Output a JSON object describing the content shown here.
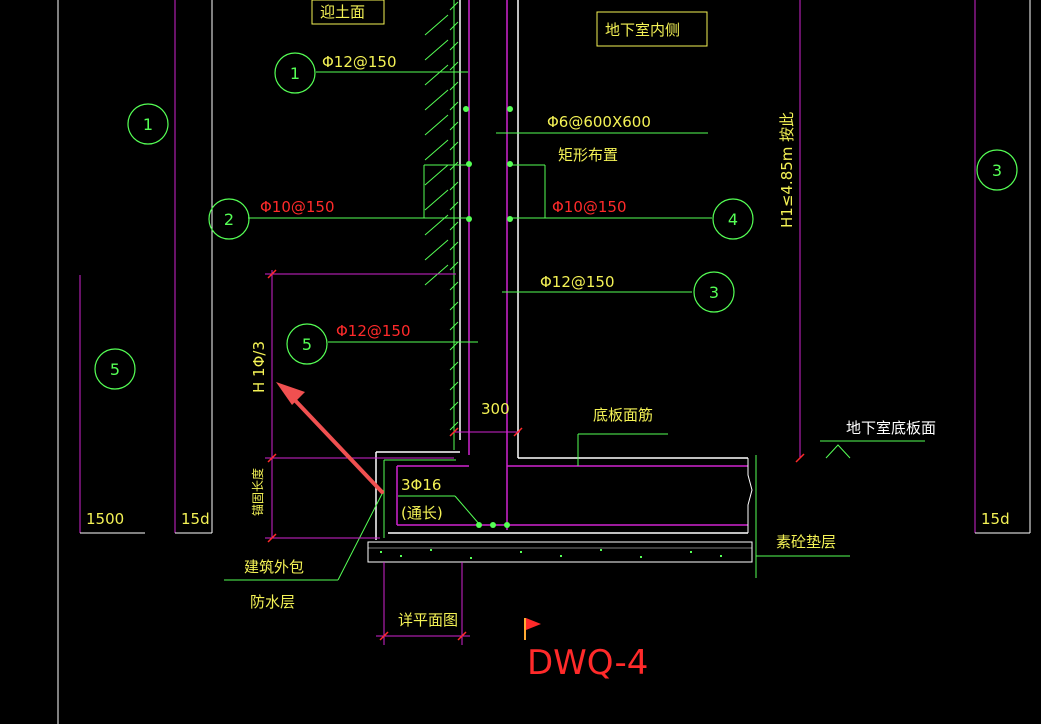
{
  "drawing": {
    "title": "DWQ-4",
    "labels": {
      "top_face": "迎土面",
      "inner_side": "地下室内侧",
      "rebar_tie": "Φ6@600X600",
      "rebar_tie_note": "矩形布置",
      "rebar_1": "Φ12@150",
      "rebar_2": "Φ10@150",
      "rebar_4": "Φ10@150",
      "rebar_3": "Φ12@150",
      "rebar_5": "Φ12@150",
      "dim_300": "300",
      "slab_top_bar": "底板面筋",
      "basement_floor": "地下室底板面",
      "height_ratio": "H 1Φ/3",
      "height_note": "H1≤4.85m 按此",
      "edge_bars": "3Φ16",
      "edge_bars_note": "(通长)",
      "anchor_len": "锚固长度",
      "waterproof_1": "建筑外包",
      "waterproof_2": "防水层",
      "cushion": "素砼垫层",
      "plan_ref": "详平面图",
      "dim_1500": "1500",
      "dim_15d_left": "15d",
      "dim_15d_right": "15d"
    },
    "markers": [
      "1",
      "2",
      "3",
      "4",
      "5",
      "1",
      "3",
      "5"
    ],
    "colors": {
      "background": "#000000",
      "green": "#55ff55",
      "yellow": "#f4f255",
      "red": "#ff2a2a",
      "magenta": "#d024d0",
      "white": "#ffffff",
      "arrow": "#f05050"
    }
  }
}
